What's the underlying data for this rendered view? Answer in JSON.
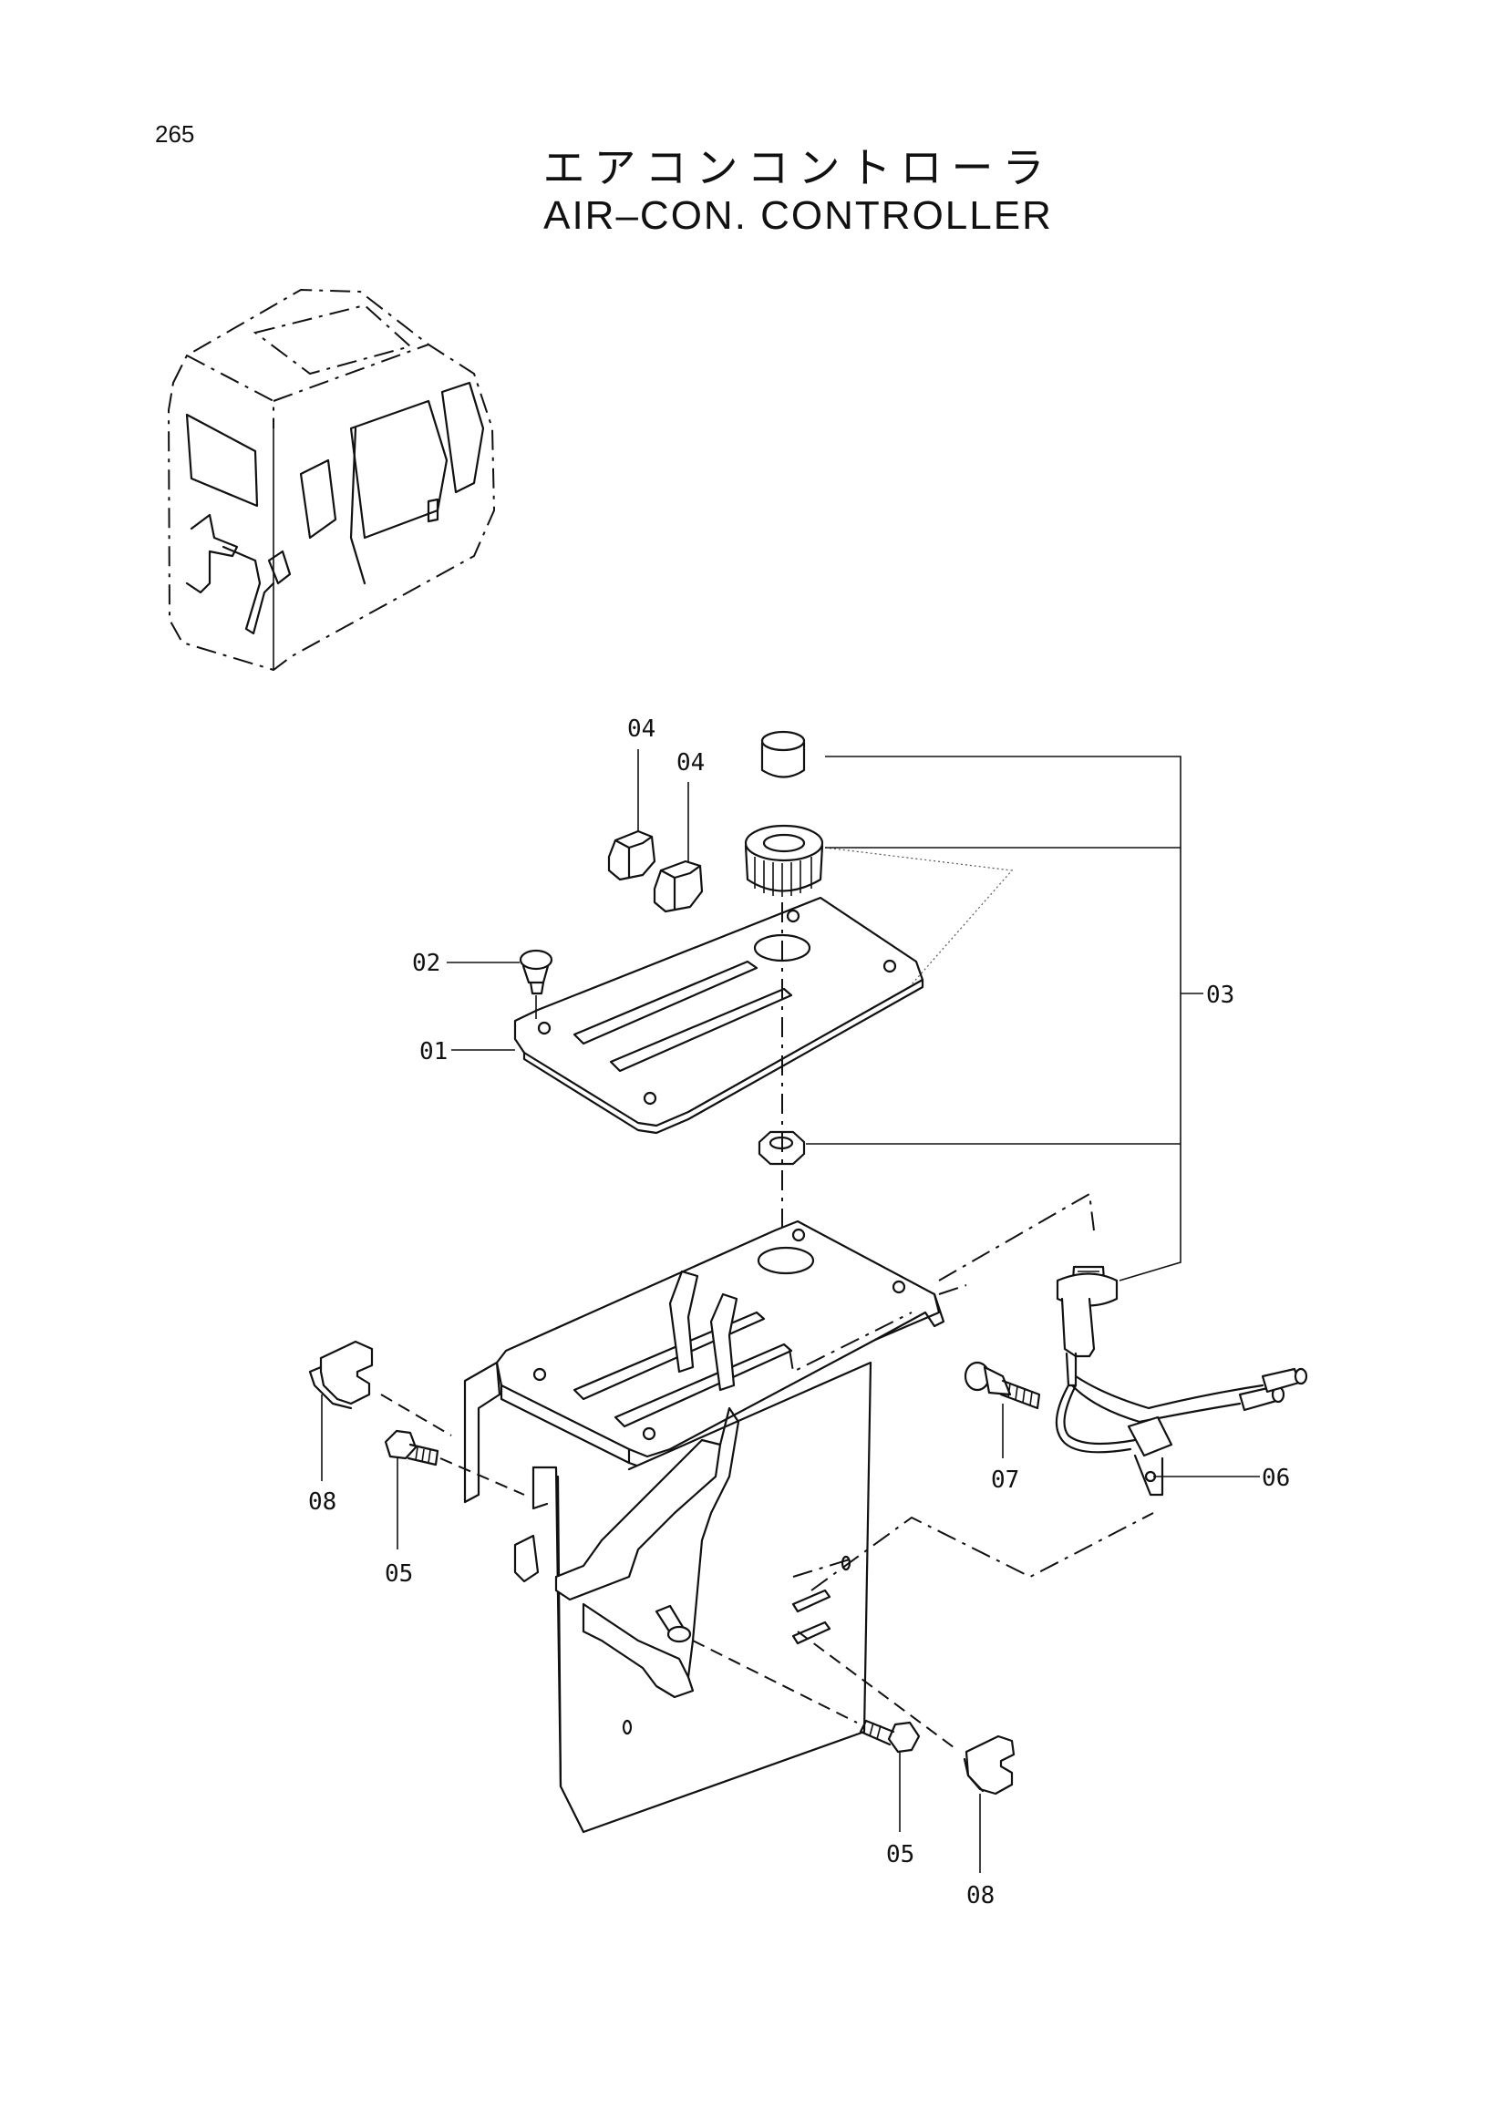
{
  "page_number": "265",
  "title_jp": "エアコンコントローラ",
  "title_en": "AIR–CON. CONTROLLER",
  "callouts": {
    "c01": "01",
    "c02": "02",
    "c03": "03",
    "c04a": "04",
    "c04b": "04",
    "c05a": "05",
    "c05b": "05",
    "c06": "06",
    "c07": "07",
    "c08a": "08",
    "c08b": "08"
  }
}
